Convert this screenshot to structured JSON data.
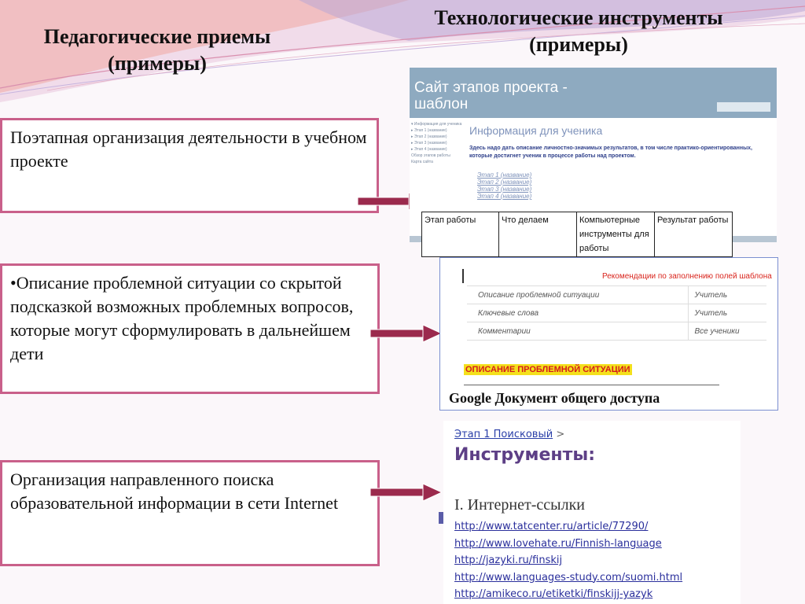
{
  "colors": {
    "accent": "#c9608a",
    "arrow": "#9b2a4d",
    "background": "#fbf7fa"
  },
  "headers": {
    "left": [
      "Педагогические приемы",
      "(примеры)"
    ],
    "right": [
      "Технологические инструменты",
      "(примеры)"
    ]
  },
  "boxes": {
    "stages": "Поэтапная организация  деятельности в учебном проекте",
    "problem": "•Описание проблемной ситуации со скрытой подсказкой возможных проблемных вопросов, которые могут сформулировать в дальнейшем дети",
    "search": "Организация направленного поиска образовательной информации в сети Internet"
  },
  "site_template": {
    "banner": [
      "Сайт этапов проекта -",
      "шаблон"
    ],
    "page_title": "Информация для ученика",
    "description": "Здесь надо дать описание личностно-значимых результатов, в том числе практико-ориентированных, которые достигнет ученик в процессе работы над проектом.",
    "sidebar": [
      "▾ Информация для ученика",
      "  ▸ Этап 1 (название)",
      "  ▸ Этап 2 (название)",
      "  ▸ Этап 3 (название)",
      "  ▸ Этап 4 (название)",
      "Обзор этапов работы",
      "Карта сайта"
    ],
    "stages": [
      "Этап 1 (название)",
      "Этап 2 (название)",
      "Этап 3 (название)",
      "Этап 4 (название)"
    ]
  },
  "work_table": {
    "headers": [
      "Этап работы",
      "Что делаем",
      "Компьютерные инструменты для работы",
      "Результат работы"
    ]
  },
  "google_doc": {
    "recommendation": "Рекомендации по заполнению полей шаблона",
    "rows": [
      [
        "Описание проблемной ситуации",
        "Учитель"
      ],
      [
        "Ключевые слова",
        "Учитель"
      ],
      [
        "Комментарии",
        "Все ученики"
      ]
    ],
    "highlight": "ОПИСАНИЕ ПРОБЛЕМНОЙ СИТУАЦИИ",
    "caption": "Google Документ общего доступа"
  },
  "tools_page": {
    "breadcrumb": "Этап 1 Поисковый",
    "breadcrumb_sep": ">",
    "title": "Инструменты:",
    "section": "I. Интернет-ссылки",
    "links": [
      "http://www.tatcenter.ru/article/77290/",
      "http://www.lovehate.ru/Finnish-language",
      "http://jazyki.ru/finskij",
      "http://www.languages-study.com/suomi.html",
      "http://amikeco.ru/etiketki/finskijj-yazyk"
    ]
  }
}
